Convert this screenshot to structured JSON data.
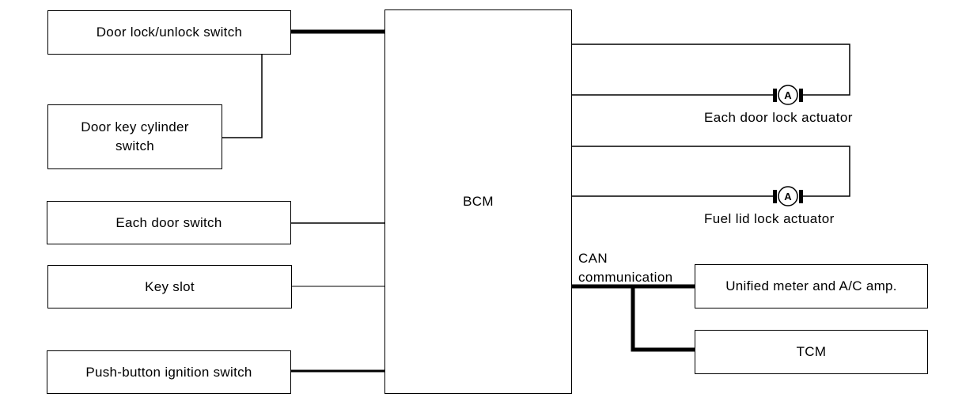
{
  "inputs": {
    "door_lock_switch": "Door lock/unlock switch",
    "door_key_cylinder_line1": "Door key cylinder",
    "door_key_cylinder_line2": "switch",
    "each_door_switch": "Each door switch",
    "key_slot": "Key slot",
    "push_button_ignition": "Push-button ignition switch"
  },
  "bcm": {
    "label": "BCM"
  },
  "actuators": {
    "door_lock": {
      "label": "Each door lock actuator",
      "symbol": "A"
    },
    "fuel_lid": {
      "label": "Fuel lid lock actuator",
      "symbol": "A"
    }
  },
  "can": {
    "label_line1": "CAN",
    "label_line2": "communication",
    "unified_meter": "Unified meter and A/C amp.",
    "tcm": "TCM"
  }
}
